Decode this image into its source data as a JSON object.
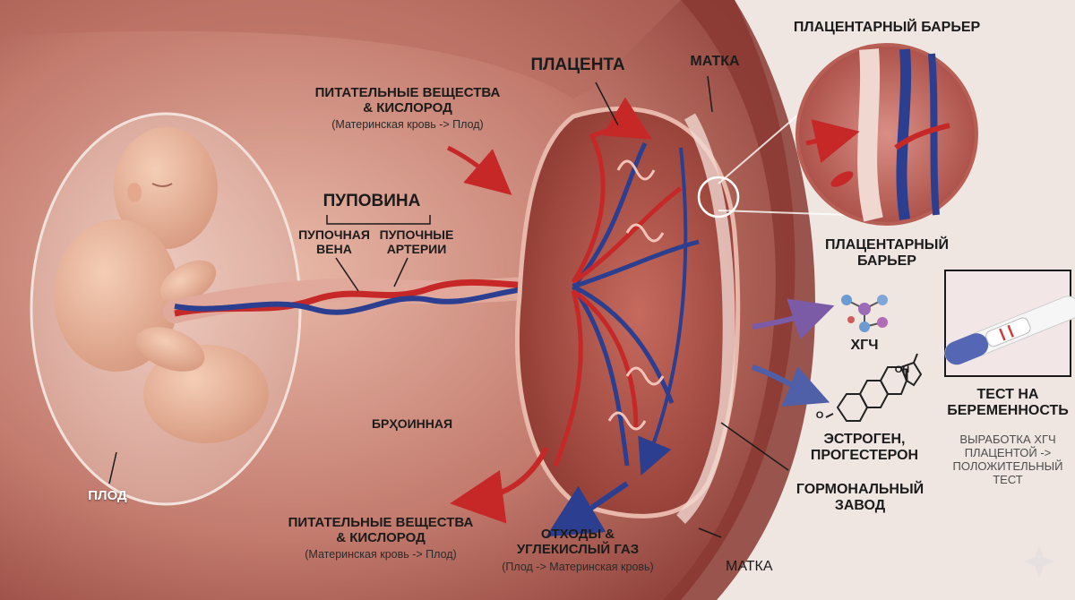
{
  "labels": {
    "top_nutrients": "ПИТАТЕЛЬНЫЕ ВЕЩЕСТВА\n& КИСЛОРОД",
    "top_nutrients_sub": "(Материнская кровь -> Плод)",
    "placenta": "ПЛАЦЕНТА",
    "uterus_top": "МАТКА",
    "barrier_title": "ПЛАЦЕНТАРНЫЙ БАРЬЕР",
    "barrier_caption": "ПЛАЦЕНТАРНЫЙ\nБАРЬЕР",
    "umbilical_cord": "ПУПОВИНА",
    "umbilical_vein": "ПУПОЧНАЯ\nВЕНА",
    "umbilical_arteries": "ПУПОЧНЫЕ\nАРТЕРИИ",
    "chorionic": "БРҲОИННАЯ",
    "fetus": "ПЛОД",
    "bottom_nutrients": "ПИТАТЕЛЬНЫЕ ВЕЩЕСТВА\n& КИСЛОРОД",
    "bottom_nutrients_sub": "(Материнская кровь -> Плод)",
    "waste": "ОТХОДЫ &\nУГЛЕКИСЛЫЙ ГАЗ",
    "waste_sub": "(Плод -> Материнская кровь)",
    "uterus_bottom": "МАТКА",
    "hcg": "ХГЧ",
    "estrogen": "ЭСТРОГЕН,\nПРОГЕСТЕРОН",
    "hormone_factory": "ГОРМОНАЛЬНЫЙ\nЗАВОД",
    "pregnancy_test": "ТЕСТ НА\nБЕРЕМЕННОСТЬ",
    "hcg_production": "ВЫРАБОТКА ХГЧ\nПЛАЦЕНТОЙ ->\nПОЛОЖИТЕЛЬНЫЙ\nТЕСТ",
    "oh_group": "OH",
    "o_atom": "O"
  },
  "colors": {
    "artery_red": "#c62828",
    "vein_blue": "#2c3e8f",
    "tissue": "#c98b7e",
    "uterus_wall": "#a8544b",
    "background": "#efe6e1",
    "purple_arrow": "#7b5aa6",
    "blue_arrow": "#4f5fa8"
  },
  "icons": [
    "hcg-molecule-icon",
    "steroid-molecule-icon",
    "pregnancy-test-icon",
    "sparkle-icon"
  ]
}
